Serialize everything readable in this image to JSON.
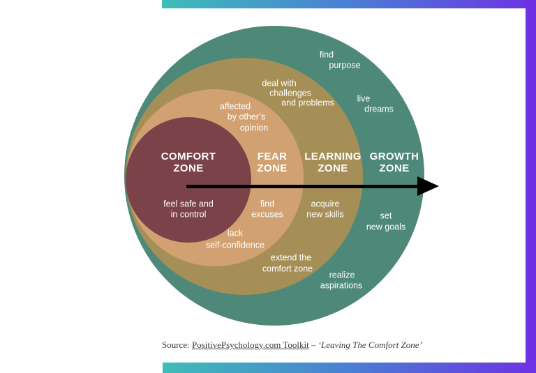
{
  "frame": {
    "gradient_colors": [
      "#3EBDB8",
      "#4A7FD4",
      "#6D32E3"
    ]
  },
  "diagram": {
    "text_color": "#FFFFFF",
    "arrow_color": "#000000",
    "zones": [
      {
        "key": "comfort",
        "title_line1": "COMFORT",
        "title_line2": "ZONE",
        "color": "#7B4349"
      },
      {
        "key": "fear",
        "title_line1": "FEAR",
        "title_line2": "ZONE",
        "color": "#D2A172"
      },
      {
        "key": "learning",
        "title_line1": "LEARNING",
        "title_line2": "ZONE",
        "color": "#A68F57"
      },
      {
        "key": "growth",
        "title_line1": "GROWTH",
        "title_line2": "ZONE",
        "color": "#4E8878"
      }
    ],
    "annotations": [
      {
        "zone": "comfort",
        "text": "feel safe and"
      },
      {
        "zone": "comfort",
        "text": "in control"
      },
      {
        "zone": "fear",
        "text": "affected"
      },
      {
        "zone": "fear",
        "text": "by other’s"
      },
      {
        "zone": "fear",
        "text": "opinion"
      },
      {
        "zone": "fear",
        "text": "find"
      },
      {
        "zone": "fear",
        "text": "excuses"
      },
      {
        "zone": "fear",
        "text": "lack"
      },
      {
        "zone": "fear",
        "text": "self-confidence"
      },
      {
        "zone": "learning",
        "text": "deal with"
      },
      {
        "zone": "learning",
        "text": "challenges"
      },
      {
        "zone": "learning",
        "text": "and problems"
      },
      {
        "zone": "learning",
        "text": "acquire"
      },
      {
        "zone": "learning",
        "text": "new skills"
      },
      {
        "zone": "learning",
        "text": "extend the"
      },
      {
        "zone": "learning",
        "text": "comfort zone"
      },
      {
        "zone": "growth",
        "text": "find"
      },
      {
        "zone": "growth",
        "text": "purpose"
      },
      {
        "zone": "growth",
        "text": "live"
      },
      {
        "zone": "growth",
        "text": "dreams"
      },
      {
        "zone": "growth",
        "text": "set"
      },
      {
        "zone": "growth",
        "text": "new goals"
      },
      {
        "zone": "growth",
        "text": "realize"
      },
      {
        "zone": "growth",
        "text": "aspirations"
      }
    ]
  },
  "source": {
    "prefix": "Source: ",
    "link_text": "PositivePsychology.com Toolkit",
    "separator": " – ",
    "work_title": "‘Leaving The Comfort Zone’"
  }
}
